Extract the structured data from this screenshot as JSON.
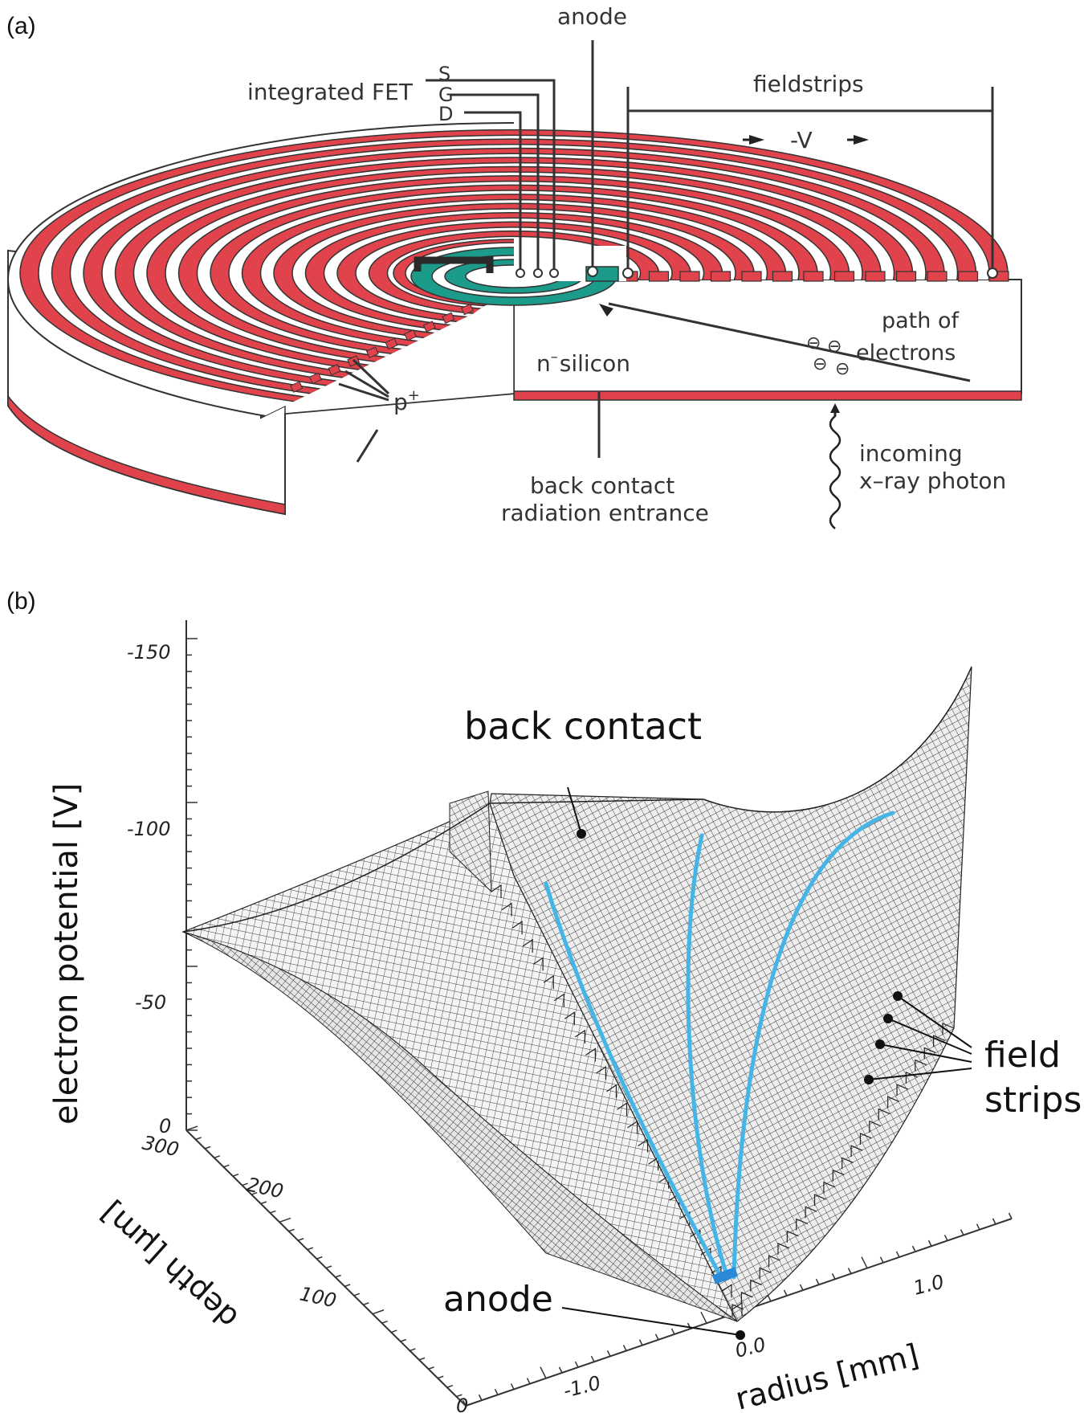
{
  "panel_a": {
    "tag": "(a)",
    "fet_label": "integrated FET",
    "s": "S",
    "g": "G",
    "d": "D",
    "anode": "anode",
    "fieldstrips": "fieldstrips",
    "voltage": "-V",
    "path_line1": "path of",
    "path_line2": "electrons",
    "silicon_prefix": "n",
    "silicon_sup": "–",
    "silicon_suffix": "silicon",
    "p_label": "p",
    "p_sup": "+",
    "back_line1": "back contact",
    "back_line2": "radiation entrance",
    "incoming_line1": "incoming",
    "incoming_line2": "x–ray photon",
    "electron_symbol": "⊖",
    "colors": {
      "strip": "#e0434b",
      "fet": "#1c9a8a",
      "outline": "#333333"
    }
  },
  "panel_b": {
    "tag": "(b)",
    "z_axis_label": "electron potential [V]",
    "z_ticks": [
      "-150",
      "-100",
      "-50",
      "0"
    ],
    "depth_axis_label": "depth [µm]",
    "depth_ticks": [
      "300",
      "200",
      "100",
      "0"
    ],
    "radius_axis_label": "radius [mm]",
    "radius_ticks": [
      "-1.0",
      "0.0",
      "1.0"
    ],
    "back_contact": "back contact",
    "field_line1": "field",
    "field_line2": "strips",
    "anode": "anode",
    "colors": {
      "trajectory": "#45b4e6",
      "mesh": "#2b2b2b"
    }
  }
}
